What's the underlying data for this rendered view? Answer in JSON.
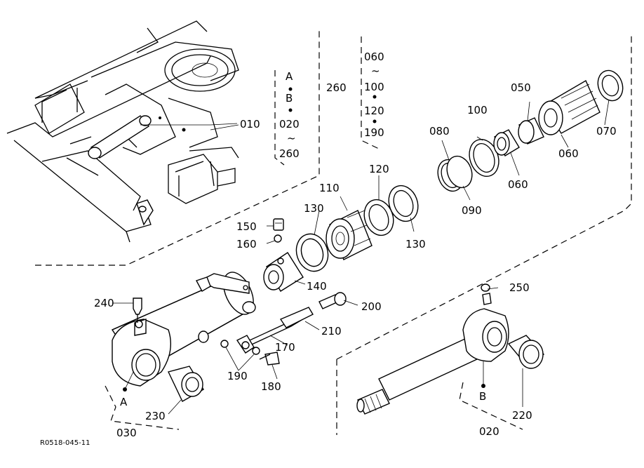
{
  "diagram": {
    "drawing_code": "R0518-045-11",
    "parts": [
      "010",
      "020",
      "030",
      "050",
      "060",
      "060",
      "070",
      "080",
      "090",
      "100",
      "110",
      "120",
      "130",
      "130",
      "140",
      "150",
      "160",
      "170",
      "180",
      "190",
      "200",
      "210",
      "220",
      "230",
      "240",
      "250",
      "260"
    ],
    "inset_list_1": {
      "items": [
        "A",
        "B",
        "020",
        "260"
      ]
    },
    "inset_list_2": {
      "label": "260",
      "items": [
        "060",
        "100",
        "120",
        "190"
      ]
    },
    "point_labels": [
      "A",
      "B"
    ],
    "range_symbol": "~"
  }
}
